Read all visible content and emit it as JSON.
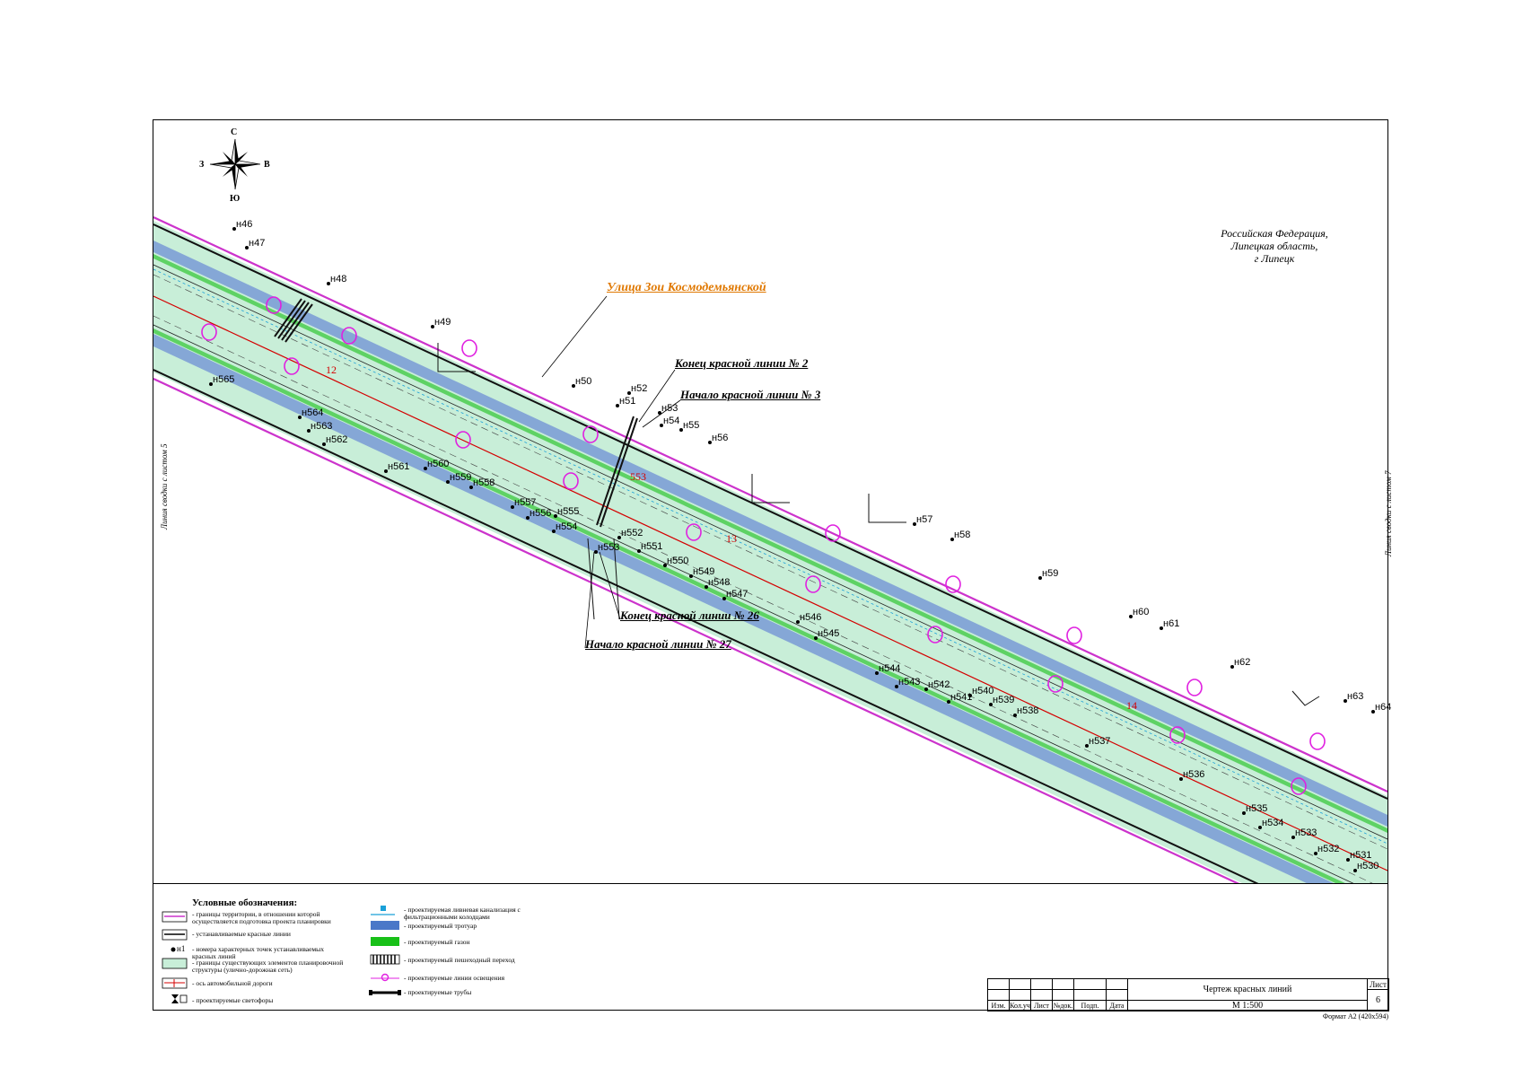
{
  "compass": {
    "north": "С",
    "south": "Ю",
    "west": "З",
    "east": "В"
  },
  "header_location": [
    "Российская Федерация,",
    "Липецкая область,",
    "г Липецк"
  ],
  "street_name": "Улица Зои Космодемьянской",
  "callouts": {
    "end_line_2": "Конец красной линии № 2",
    "start_line_3": "Начало красной линии № 3",
    "end_line_26": "Конец красной линии № 26",
    "start_line_27": "Начало красной линии № 27"
  },
  "side_labels": {
    "left": "Линия сводки с листом 5",
    "right": "Линия сводки с листом 7"
  },
  "segment_numbers": [
    "12",
    "13",
    "14"
  ],
  "crossing_label": "553",
  "points_top": [
    "н46",
    "н47",
    "н48",
    "н49",
    "н50",
    "н51",
    "н52",
    "н53",
    "н54",
    "н55",
    "н56",
    "н57",
    "н58",
    "н59",
    "н60",
    "н61",
    "н62",
    "н63",
    "н64"
  ],
  "points_bottom": [
    "н565",
    "н564",
    "н563",
    "н562",
    "н561",
    "н560",
    "н559",
    "н558",
    "н557",
    "н556",
    "н555",
    "н554",
    "н553",
    "н552",
    "н551",
    "н550",
    "н549",
    "н548",
    "н547",
    "н546",
    "н545",
    "н544",
    "н543",
    "н542",
    "н541",
    "н540",
    "н539",
    "н538",
    "н537",
    "н536",
    "н535",
    "н534",
    "н533",
    "н532",
    "н531",
    "н530"
  ],
  "legend": {
    "title": "Условные обозначения:",
    "items_left": [
      "- границы территории, в отношении которой осуществляется подготовка проекта планировки",
      "- устанавливаемые красные линии",
      "- номера характерных точек устанавливаемых красных линий",
      "- границы существующих элементов планировочной структуры (улично-дорожная сеть)",
      "- ось автомобильной дороги",
      "- проектируемые светофоры"
    ],
    "point_marker": "н1",
    "items_right": [
      "- проектируемая ливневая канализация с фильтрационными колодцами",
      "- проектируемый тротуар",
      "- проектируемый газон",
      "- проектируемый пешеходный переход",
      "- проектируемые линии освещения",
      "- проектируемые трубы"
    ]
  },
  "title_block": {
    "columns": [
      "Изм.",
      "Кол.уч",
      "Лист",
      "№док.",
      "Подп.",
      "Дата"
    ],
    "drawing_title": "Чертеж красных линий",
    "scale": "М 1:500",
    "sheet_label": "Лист",
    "sheet_number": "6"
  },
  "format_note": "Формат А2 (420х594)",
  "colors": {
    "red_line": "#d40000",
    "boundary": "#cc33cc",
    "roadway": "#c8eed8",
    "sidewalk": "#4a78c8",
    "lawn": "#18c018",
    "street_label": "#e07800"
  }
}
